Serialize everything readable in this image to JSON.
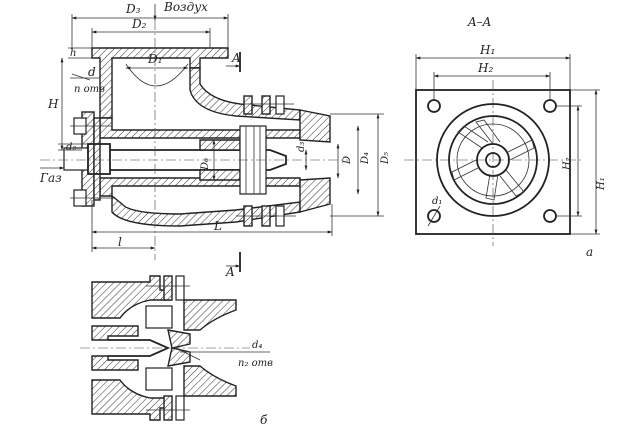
{
  "labels": {
    "d3_top": "D₃",
    "vozdukh": "Воздух",
    "d2_top": "D₂",
    "d1_top": "D₁",
    "section_mark_top": "A",
    "h_small": "h",
    "d_small": "d",
    "n_otv": "n отв",
    "h_big": "H",
    "d2_small": "d₂",
    "gaz": "Газ",
    "d6": "D₆",
    "d3_small": "d₃",
    "d_big": "D",
    "d4": "D₄",
    "d5": "D₅",
    "l_small": "l",
    "l_big": "L",
    "section_mark_bottom": "A",
    "section_title": "A–A",
    "h1_top": "H₁",
    "h2_top": "H₂",
    "h2_side": "H₂",
    "h1_side": "H₁",
    "d1_small": "d₁",
    "view_a": "a",
    "d4_small": "d₄",
    "n2_otv": "n₂ отв",
    "view_b": "б"
  }
}
